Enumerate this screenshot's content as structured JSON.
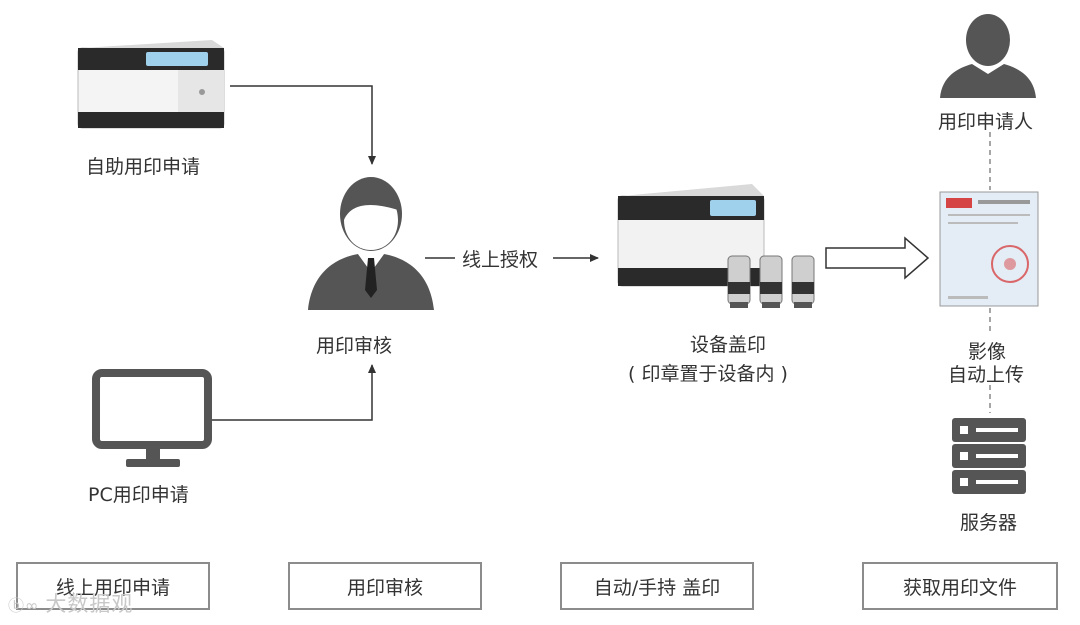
{
  "nodes": {
    "self_service": "自助用印申请",
    "pc_apply": "PC用印申请",
    "review": "用印审核",
    "online_auth": "线上授权",
    "device_stamp": "设备盖印",
    "device_stamp_note": "( 印章置于设备内 )",
    "applicant": "用印申请人",
    "image_upload_1": "影像",
    "image_upload_2": "自动上传",
    "server": "服务器"
  },
  "steps": [
    {
      "label": "线上用印申请"
    },
    {
      "label": "用印审核"
    },
    {
      "label": "自动/手持 盖印"
    },
    {
      "label": "获取用印文件"
    }
  ],
  "watermark": "大数据观"
}
